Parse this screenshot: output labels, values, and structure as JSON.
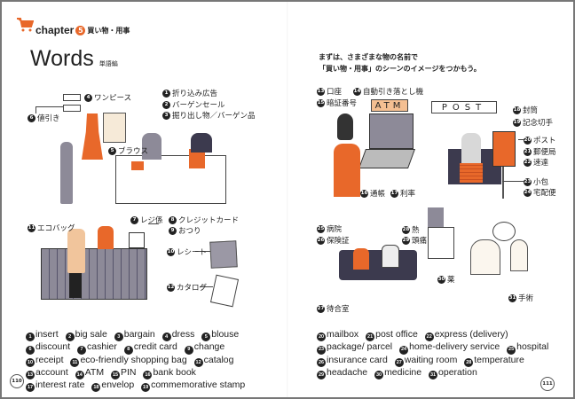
{
  "header": {
    "chapter_label": "chapter",
    "chapter_number": "5",
    "chapter_title": "買い物・用事",
    "icon": "shopping-cart-icon"
  },
  "title": {
    "main": "Words",
    "sub": "単語編"
  },
  "intro": {
    "line1": "まずは、さまざまな物の名前で",
    "line2": "「買い物・用事」のシーンのイメージをつかもう。"
  },
  "labels": [
    {
      "n": "1",
      "text": "折り込み広告"
    },
    {
      "n": "2",
      "text": "バーゲンセール"
    },
    {
      "n": "3",
      "text": "掘り出し物／バーゲン品"
    },
    {
      "n": "4",
      "text": "ワンピース"
    },
    {
      "n": "5",
      "text": "ブラウス"
    },
    {
      "n": "6",
      "text": "値引き"
    },
    {
      "n": "7",
      "text": "レジ係"
    },
    {
      "n": "8",
      "text": "クレジットカード"
    },
    {
      "n": "9",
      "text": "おつり"
    },
    {
      "n": "10",
      "text": "レシート"
    },
    {
      "n": "11",
      "text": "エコバッグ"
    },
    {
      "n": "12",
      "text": "カタログ"
    },
    {
      "n": "13",
      "text": "口座"
    },
    {
      "n": "14",
      "text": "自動引き落とし機"
    },
    {
      "n": "15",
      "text": "暗証番号"
    },
    {
      "n": "16",
      "text": "通帳"
    },
    {
      "n": "17",
      "text": "利率"
    },
    {
      "n": "18",
      "text": "封筒"
    },
    {
      "n": "19",
      "text": "記念切手"
    },
    {
      "n": "20",
      "text": "ポスト"
    },
    {
      "n": "21",
      "text": "郵便局"
    },
    {
      "n": "22",
      "text": "速達"
    },
    {
      "n": "23",
      "text": "小包"
    },
    {
      "n": "24",
      "text": "宅配便"
    },
    {
      "n": "25",
      "text": "病院"
    },
    {
      "n": "26",
      "text": "保険証"
    },
    {
      "n": "27",
      "text": "待合室"
    },
    {
      "n": "28",
      "text": "熱"
    },
    {
      "n": "29",
      "text": "頭痛"
    },
    {
      "n": "30",
      "text": "薬"
    },
    {
      "n": "31",
      "text": "手術"
    }
  ],
  "signs": {
    "atm": "ATM",
    "post": "POST"
  },
  "vocab_left": [
    {
      "n": "1",
      "text": "insert"
    },
    {
      "n": "2",
      "text": "big sale"
    },
    {
      "n": "3",
      "text": "bargain"
    },
    {
      "n": "4",
      "text": "dress"
    },
    {
      "n": "5",
      "text": "blouse"
    },
    {
      "n": "6",
      "text": "discount"
    },
    {
      "n": "7",
      "text": "cashier"
    },
    {
      "n": "8",
      "text": "credit card"
    },
    {
      "n": "9",
      "text": "change"
    },
    {
      "n": "10",
      "text": "receipt"
    },
    {
      "n": "11",
      "text": "eco-friendly shopping bag"
    },
    {
      "n": "12",
      "text": "catalog"
    },
    {
      "n": "13",
      "text": "account"
    },
    {
      "n": "14",
      "text": "ATM"
    },
    {
      "n": "15",
      "text": "PIN"
    },
    {
      "n": "16",
      "text": "bank book"
    },
    {
      "n": "17",
      "text": "interest rate"
    },
    {
      "n": "18",
      "text": "envelop"
    },
    {
      "n": "19",
      "text": "commemorative stamp"
    }
  ],
  "vocab_right": [
    {
      "n": "20",
      "text": "mailbox"
    },
    {
      "n": "21",
      "text": "post office"
    },
    {
      "n": "22",
      "text": "express (delivery)"
    },
    {
      "n": "23",
      "text": "package/ parcel"
    },
    {
      "n": "24",
      "text": "home-delivery service"
    },
    {
      "n": "25",
      "text": "hospital"
    },
    {
      "n": "26",
      "text": "insurance card"
    },
    {
      "n": "27",
      "text": "waiting room"
    },
    {
      "n": "28",
      "text": "temperature"
    },
    {
      "n": "29",
      "text": "headache"
    },
    {
      "n": "30",
      "text": "medicine"
    },
    {
      "n": "31",
      "text": "operation"
    }
  ],
  "pages": {
    "left": "110",
    "right": "111"
  },
  "colors": {
    "accent": "#e8682a",
    "ink": "#222222",
    "counter": "#8d8a98",
    "sofa": "#3c3a4e"
  }
}
